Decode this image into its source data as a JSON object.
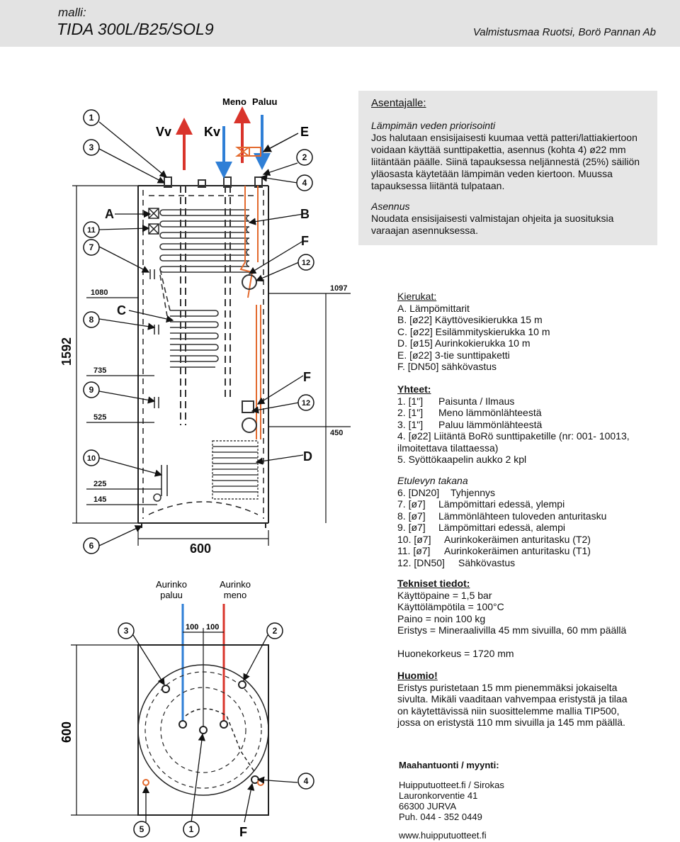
{
  "header": {
    "model_label": "malli:",
    "model_name": "TIDA 300L/B25/SOL9",
    "origin": "Valmistusmaa Ruotsi, Borö Pannan Ab"
  },
  "installer": {
    "heading": "Asentajalle:",
    "priority_title": "Lämpimän veden priorisointi",
    "priority_lines": [
      "Jos halutaan ensisijaisesti kuumaa vettä patteri/lattiakiertoon",
      "voidaan käyttää sunttipakettia, asennus (kohta 4) ø22 mm",
      "liitäntään päälle. Siinä tapauksessa neljännestä (25%) säiliön",
      "yläosasta käytetään lämpimän veden kiertoon. Muussa",
      "tapauksessa liitäntä tulpataan."
    ],
    "install_title": "Asennus",
    "install_lines": [
      "Noudata ensisijaisesti valmistajan ohjeita ja suosituksia",
      "varaajan asennuksessa."
    ]
  },
  "coils": {
    "heading": "Kierukat:",
    "items": [
      "A. Lämpömittarit",
      "B. [ø22]  Käyttövesikierukka 15 m",
      "C. [ø22]  Esilämmityskierukka 10 m",
      "D. [ø15]  Aurinkokierukka 10 m",
      "E. [ø22]  3-tie sunttipaketti",
      "F. [DN50] sähkövastus"
    ]
  },
  "connections": {
    "heading": "Yhteet:",
    "items": [
      {
        "num": "1. [1\"]",
        "text": "Paisunta / Ilmaus"
      },
      {
        "num": "2. [1\"]",
        "text": "Meno lämmönlähteestä"
      },
      {
        "num": "3. [1\"]",
        "text": "Paluu lämmönlähteestä"
      }
    ],
    "item4_line1": "4. [ø22]  Liitäntä BoRö sunttipaketille (nr: 001- 10013,",
    "item4_line2": "ilmoitettava tilattaessa)",
    "item5": "5. Syöttökaapelin aukko 2 kpl"
  },
  "behind_panel": {
    "heading": "Etulevyn takana",
    "items": [
      {
        "num": "6. [DN20]",
        "text": "Tyhjennys"
      },
      {
        "num": "7. [ø7]",
        "text": "Lämpömittari edessä, ylempi"
      },
      {
        "num": "8. [ø7]",
        "text": "Lämmönlähteen tuloveden anturitasku"
      },
      {
        "num": "9. [ø7]",
        "text": "Lämpömittari edessä, alempi"
      },
      {
        "num": "10. [ø7]",
        "text": "Aurinkokeräimen anturitasku (T2)"
      },
      {
        "num": "11. [ø7]",
        "text": "Aurinkokeräimen anturitasku (T1)"
      },
      {
        "num": "12. [DN50]",
        "text": "Sähkövastus"
      }
    ]
  },
  "tech": {
    "heading": "Tekniset tiedot:",
    "lines": [
      "Käyttöpaine = 1,5 bar",
      "Käyttölämpötila = 100°C",
      "Paino = noin 100 kg",
      "Eristys = Mineraalivilla 45 mm sivuilla, 60 mm päällä"
    ],
    "room_height": "Huonekorkeus = 1720 mm"
  },
  "note": {
    "heading": "Huomio!",
    "lines": [
      "Eristys puristetaan 15 mm pienemmäksi jokaiselta",
      "sivulta. Mikäli vaaditaan vahvempaa eristystä ja tilaa",
      "on käytettävissä niin suosittelemme mallia TIP500,",
      "jossa on eristystä 110 mm sivuilla ja 145 mm päällä."
    ]
  },
  "importer": {
    "heading": "Maahantuonti / myynti:",
    "lines": [
      "Huipputuotteet.fi / Sirokas",
      "Lauronkorventie 41",
      "66300 JURVA",
      "Puh. 044 - 352 0449"
    ],
    "web": "www.huipputuotteet.fi"
  },
  "diagram_side": {
    "top_labels": {
      "meno": "Meno",
      "paluu": "Paluu"
    },
    "letters": {
      "vv": "Vv",
      "kv": "Kv",
      "e": "E",
      "a": "A",
      "b": "B",
      "c": "C",
      "d": "D",
      "f1": "F",
      "f2": "F"
    },
    "callouts": {
      "c1": "1",
      "c3": "3",
      "c2": "2",
      "c4": "4",
      "c11": "11",
      "c7": "7",
      "c12a": "12",
      "c8": "8",
      "c9": "9",
      "c12b": "12",
      "c10": "10",
      "c6": "6"
    },
    "dims": {
      "total": "1592",
      "d1080": "1080",
      "d1097": "1097",
      "d735": "735",
      "d525": "525",
      "d450": "450",
      "d225": "225",
      "d145": "145",
      "width": "600"
    },
    "colors": {
      "hot": "#d9342b",
      "cold": "#2f7fd6",
      "heater": "#e36a2e"
    }
  },
  "diagram_top": {
    "labels": {
      "sol_return": "Aurinko\npaluu",
      "sol_return_1": "Aurinko",
      "sol_return_2": "paluu",
      "sol_flow_1": "Aurinko",
      "sol_flow_2": "meno"
    },
    "dims": {
      "d100a": "100",
      "d100b": "100",
      "side": "600"
    },
    "callouts": {
      "c3": "3",
      "c2": "2",
      "c4": "4",
      "c5": "5",
      "c1": "1"
    },
    "letters": {
      "f": "F"
    }
  }
}
